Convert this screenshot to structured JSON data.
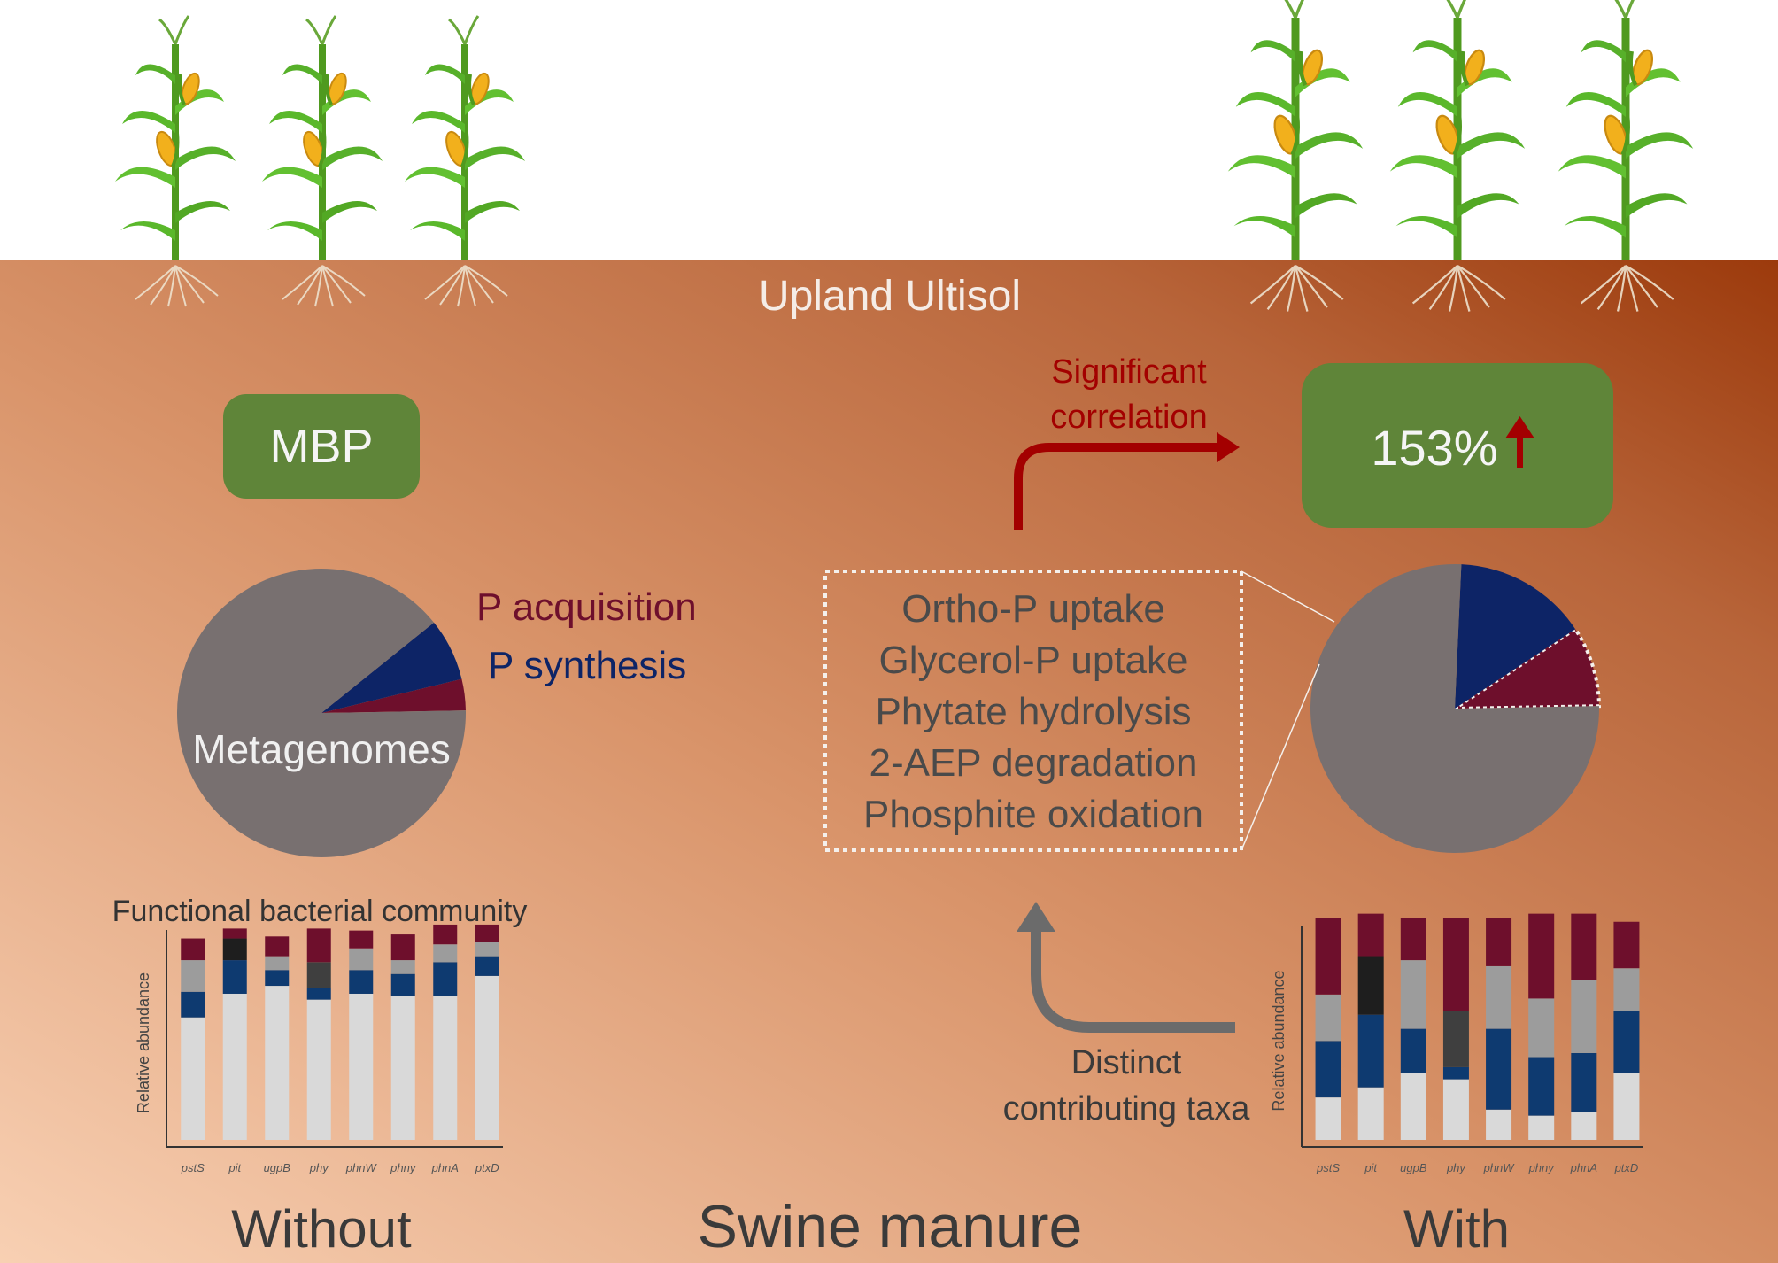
{
  "soil_label": "Upland Ultisol",
  "mbp_label": "MBP",
  "increase_label": "153%",
  "correlation_label": [
    "Significant",
    "correlation"
  ],
  "pie_left": {
    "label_center": "Metagenomes",
    "label_acquisition": "P acquisition",
    "label_synthesis": "P synthesis",
    "slices": [
      {
        "name": "P acquisition",
        "value": 0.035,
        "color": "#6e0f2c"
      },
      {
        "name": "P synthesis",
        "value": 0.07,
        "color": "#0d2466"
      },
      {
        "name": "Metagenomes",
        "value": 0.895,
        "color": "#787070"
      }
    ]
  },
  "pie_right": {
    "slices": [
      {
        "name": "P acquisition",
        "value": 0.09,
        "color": "#6e0f2c"
      },
      {
        "name": "P synthesis",
        "value": 0.15,
        "color": "#0d2466"
      },
      {
        "name": "Metagenomes",
        "value": 0.76,
        "color": "#787070"
      }
    ]
  },
  "pathways": [
    "Ortho-P uptake",
    "Glycerol-P uptake",
    "Phytate hydrolysis",
    "2-AEP degradation",
    "Phosphite oxidation"
  ],
  "community_title": "Functional bacterial community",
  "taxa_label": [
    "Distinct",
    "contributing taxa"
  ],
  "treatment_without": "Without",
  "treatment_with": "With",
  "treatment_title": "Swine manure",
  "chart_data": [
    {
      "type": "bar",
      "stacked": true,
      "ylabel": "Relative abundance",
      "categories": [
        "pstS",
        "pit",
        "ugpB",
        "phy",
        "phnW",
        "phny",
        "phnA",
        "ptxD"
      ],
      "series": [
        {
          "values": [
            0.62,
            0.74,
            0.78,
            0.71,
            0.74,
            0.73,
            0.73,
            0.83
          ],
          "color": "#d9d9d9"
        },
        {
          "values": [
            0.13,
            0.17,
            0.08,
            0.06,
            0.12,
            0.11,
            0.17,
            0.1
          ],
          "color": "#0e3a70"
        },
        {
          "values": [
            0.0,
            0.0,
            0.0,
            0.13,
            0.0,
            0.0,
            0.0,
            0.0
          ],
          "color": "#3f3f3f"
        },
        {
          "values": [
            0.0,
            0.11,
            0.0,
            0.0,
            0.0,
            0.0,
            0.0,
            0.0
          ],
          "color": "#1e1e1e"
        },
        {
          "values": [
            0.16,
            0.0,
            0.07,
            0.0,
            0.11,
            0.07,
            0.09,
            0.07
          ],
          "color": "#9c9c9c"
        },
        {
          "values": [
            0.11,
            0.05,
            0.1,
            0.17,
            0.09,
            0.13,
            0.1,
            0.09
          ],
          "color": "#6e0f2c"
        }
      ]
    },
    {
      "type": "bar",
      "stacked": true,
      "ylabel": "Relative abundance",
      "categories": [
        "pstS",
        "pit",
        "ugpB",
        "phy",
        "phnW",
        "phny",
        "phnA",
        "ptxD"
      ],
      "series": [
        {
          "values": [
            0.21,
            0.26,
            0.33,
            0.3,
            0.15,
            0.12,
            0.14,
            0.33
          ],
          "color": "#d9d9d9"
        },
        {
          "values": [
            0.28,
            0.36,
            0.22,
            0.06,
            0.4,
            0.29,
            0.29,
            0.31
          ],
          "color": "#0e3a70"
        },
        {
          "values": [
            0.0,
            0.0,
            0.0,
            0.28,
            0.0,
            0.0,
            0.0,
            0.0
          ],
          "color": "#3f3f3f"
        },
        {
          "values": [
            0.0,
            0.29,
            0.0,
            0.0,
            0.0,
            0.0,
            0.0,
            0.0
          ],
          "color": "#1e1e1e"
        },
        {
          "values": [
            0.23,
            0.0,
            0.34,
            0.0,
            0.31,
            0.29,
            0.36,
            0.21
          ],
          "color": "#9c9c9c"
        },
        {
          "values": [
            0.38,
            0.21,
            0.21,
            0.46,
            0.24,
            0.42,
            0.33,
            0.23
          ],
          "color": "#6e0f2c"
        }
      ]
    }
  ]
}
